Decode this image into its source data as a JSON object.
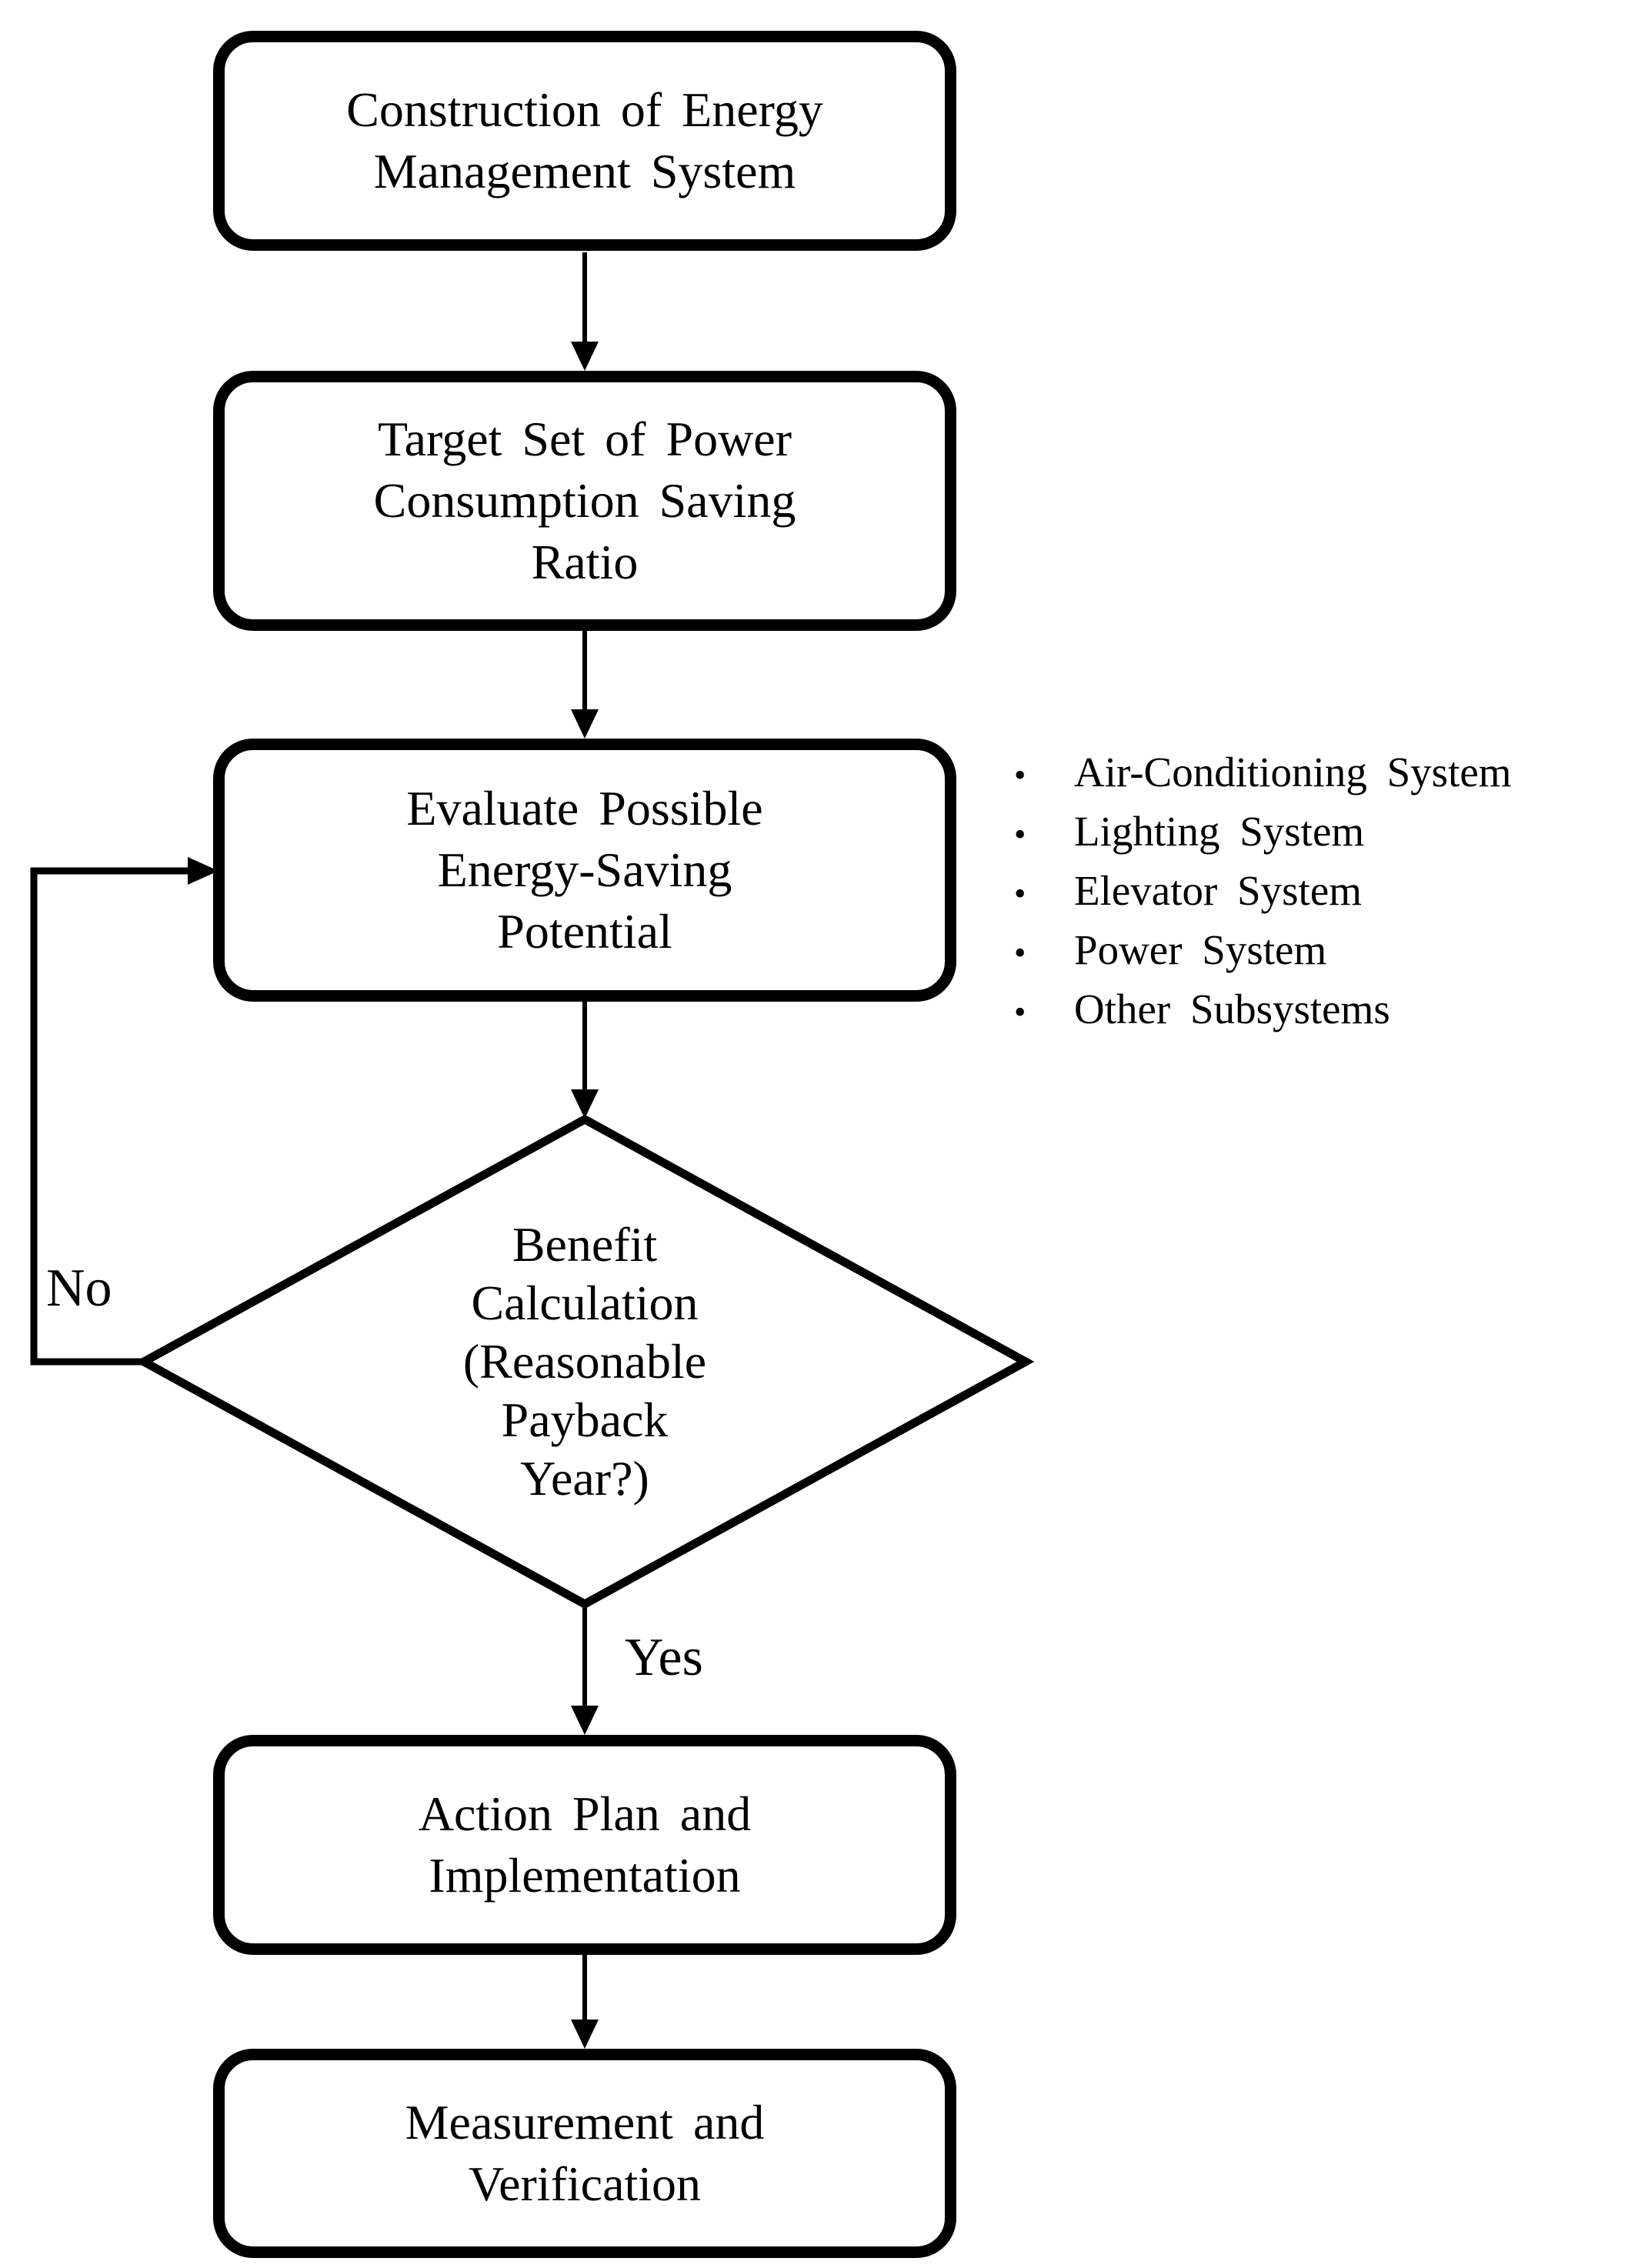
{
  "flowchart": {
    "nodes": {
      "construction": {
        "lines": [
          "Construction of Energy",
          "Management System"
        ]
      },
      "target": {
        "lines": [
          "Target Set of Power",
          "Consumption Saving",
          "Ratio"
        ]
      },
      "evaluate": {
        "lines": [
          "Evaluate Possible",
          "Energy-Saving",
          "Potential"
        ]
      },
      "decision": {
        "lines": [
          "Benefit",
          "Calculation",
          "(Reasonable",
          "Payback",
          "Year?)"
        ]
      },
      "action": {
        "lines": [
          "Action Plan and",
          "Implementation"
        ]
      },
      "measurement": {
        "lines": [
          "Measurement and",
          "Verification"
        ]
      }
    },
    "edge_labels": {
      "no": "No",
      "yes": "Yes"
    },
    "subsystems": {
      "items": [
        "Air-Conditioning System",
        "Lighting System",
        "Elevator System",
        "Power System",
        "Other Subsystems"
      ]
    },
    "ui": {
      "bullet_glyph": "•"
    },
    "colors": {
      "line": "#000000",
      "background": "#ffffff"
    }
  }
}
